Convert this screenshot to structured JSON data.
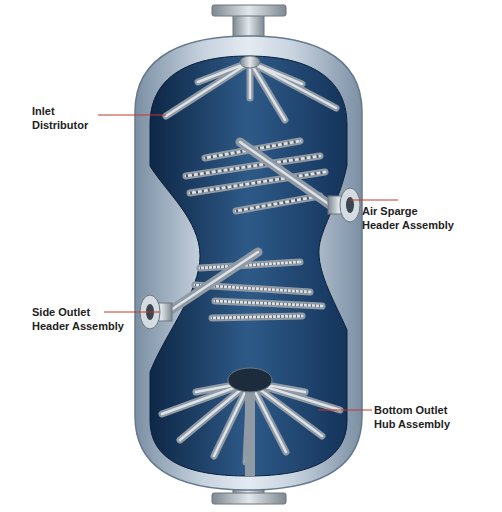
{
  "diagram": {
    "labels": [
      "Inlet Distributor",
      "Air Sparge Header Assembly",
      "Side Outlet Header Assembly",
      "Bottom Outlet Hub Assembly"
    ]
  }
}
